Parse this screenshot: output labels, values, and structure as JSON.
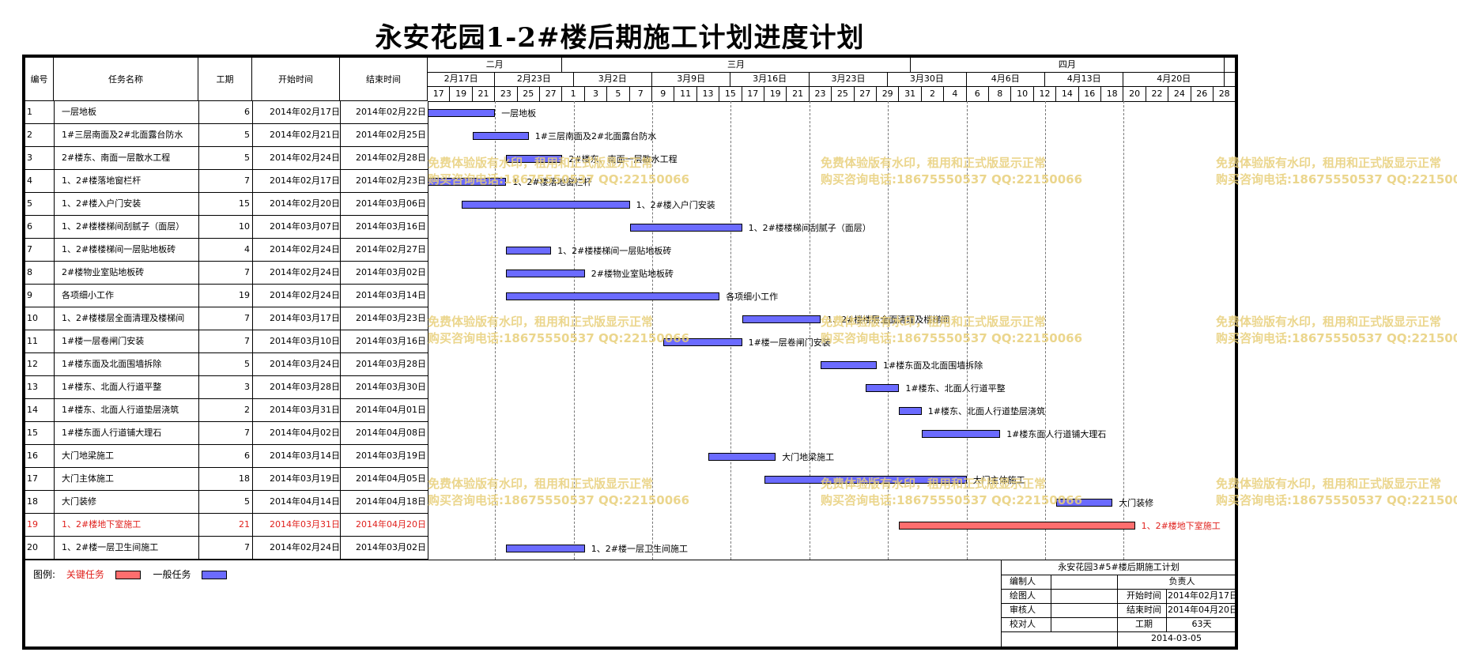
{
  "title": "永安花园1-2#楼后期施工计划进度计划",
  "colors": {
    "normal": "#6b6bff",
    "critical": "#ff6e6e",
    "critical_text": "#e0201c",
    "watermark": "#e8cf7a"
  },
  "headers": {
    "id": "编号",
    "name": "任务名称",
    "duration": "工期",
    "start": "开始时间",
    "end": "结束时间"
  },
  "months": [
    "二月",
    "三月",
    "四月"
  ],
  "weeks": [
    "2月17日",
    "2月23日",
    "3月2日",
    "3月9日",
    "3月16日",
    "3月23日",
    "3月30日",
    "4月6日",
    "4月13日",
    "4月20日"
  ],
  "day_ticks": [
    "17",
    "19",
    "21",
    "23",
    "25",
    "27",
    "1",
    "3",
    "5",
    "7",
    "9",
    "11",
    "13",
    "15",
    "17",
    "19",
    "21",
    "23",
    "25",
    "27",
    "29",
    "31",
    "2",
    "4",
    "6",
    "8",
    "10",
    "12",
    "14",
    "16",
    "18",
    "20",
    "22",
    "24",
    "26",
    "28"
  ],
  "legend": {
    "label": "图例:",
    "critical": "关键任务",
    "normal": "一般任务"
  },
  "watermark": {
    "line1": "免费体验版有水印，租用和正式版显示正常",
    "line2": "购买咨询电话:18675550537 QQ:22150066"
  },
  "title_block": {
    "heading": "永安花园3#5#楼后期施工计划",
    "editor": "编制人",
    "owner": "负责人",
    "drawer": "绘图人",
    "start_label": "开始时间",
    "start": "2014年02月17日",
    "reviewer": "审核人",
    "end_label": "结束时间",
    "end": "2014年04月20日",
    "checker": "校对人",
    "duration_label": "工期",
    "duration": "63天",
    "date": "2014-03-05"
  },
  "chart_data": {
    "type": "gantt",
    "title": "永安花园1-2#楼后期施工计划进度计划",
    "x_range": [
      "2014-02-17",
      "2014-04-28"
    ],
    "tasks": [
      {
        "id": "1",
        "name": "一层地板",
        "duration": "6",
        "start": "2014年02月17日",
        "end": "2014年02月22日",
        "s": "2014-02-17",
        "e": "2014-02-22",
        "critical": false
      },
      {
        "id": "2",
        "name": "1#三层南面及2#北面露台防水",
        "duration": "5",
        "start": "2014年02月21日",
        "end": "2014年02月25日",
        "s": "2014-02-21",
        "e": "2014-02-25",
        "critical": false
      },
      {
        "id": "3",
        "name": "2#楼东、南面一层散水工程",
        "duration": "5",
        "start": "2014年02月24日",
        "end": "2014年02月28日",
        "s": "2014-02-24",
        "e": "2014-02-28",
        "critical": false
      },
      {
        "id": "4",
        "name": "1、2#楼落地窗栏杆",
        "duration": "7",
        "start": "2014年02月17日",
        "end": "2014年02月23日",
        "s": "2014-02-17",
        "e": "2014-02-23",
        "critical": false
      },
      {
        "id": "5",
        "name": "1、2#楼入户门安装",
        "duration": "15",
        "start": "2014年02月20日",
        "end": "2014年03月06日",
        "s": "2014-02-20",
        "e": "2014-03-06",
        "critical": false
      },
      {
        "id": "6",
        "name": "1、2#楼楼梯间刮腻子（面层）",
        "duration": "10",
        "start": "2014年03月07日",
        "end": "2014年03月16日",
        "s": "2014-03-07",
        "e": "2014-03-16",
        "critical": false
      },
      {
        "id": "7",
        "name": "1、2#楼楼梯间一层贴地板砖",
        "duration": "4",
        "start": "2014年02月24日",
        "end": "2014年02月27日",
        "s": "2014-02-24",
        "e": "2014-02-27",
        "critical": false
      },
      {
        "id": "8",
        "name": "2#楼物业室贴地板砖",
        "duration": "7",
        "start": "2014年02月24日",
        "end": "2014年03月02日",
        "s": "2014-02-24",
        "e": "2014-03-02",
        "critical": false
      },
      {
        "id": "9",
        "name": "各项细小工作",
        "duration": "19",
        "start": "2014年02月24日",
        "end": "2014年03月14日",
        "s": "2014-02-24",
        "e": "2014-03-14",
        "critical": false
      },
      {
        "id": "10",
        "name": "1、2#楼楼层全面清理及楼梯间",
        "duration": "7",
        "start": "2014年03月17日",
        "end": "2014年03月23日",
        "s": "2014-03-17",
        "e": "2014-03-23",
        "critical": false
      },
      {
        "id": "11",
        "name": "1#楼一层卷闸门安装",
        "duration": "7",
        "start": "2014年03月10日",
        "end": "2014年03月16日",
        "s": "2014-03-10",
        "e": "2014-03-16",
        "critical": false
      },
      {
        "id": "12",
        "name": "1#楼东面及北面围墙拆除",
        "duration": "5",
        "start": "2014年03月24日",
        "end": "2014年03月28日",
        "s": "2014-03-24",
        "e": "2014-03-28",
        "critical": false
      },
      {
        "id": "13",
        "name": "1#楼东、北面人行道平整",
        "duration": "3",
        "start": "2014年03月28日",
        "end": "2014年03月30日",
        "s": "2014-03-28",
        "e": "2014-03-30",
        "critical": false
      },
      {
        "id": "14",
        "name": "1#楼东、北面人行道垫层浇筑",
        "duration": "2",
        "start": "2014年03月31日",
        "end": "2014年04月01日",
        "s": "2014-03-31",
        "e": "2014-04-01",
        "critical": false
      },
      {
        "id": "15",
        "name": "1#楼东面人行道铺大理石",
        "duration": "7",
        "start": "2014年04月02日",
        "end": "2014年04月08日",
        "s": "2014-04-02",
        "e": "2014-04-08",
        "critical": false
      },
      {
        "id": "16",
        "name": "大门地梁施工",
        "duration": "6",
        "start": "2014年03月14日",
        "end": "2014年03月19日",
        "s": "2014-03-14",
        "e": "2014-03-19",
        "critical": false
      },
      {
        "id": "17",
        "name": "大门主体施工",
        "duration": "18",
        "start": "2014年03月19日",
        "end": "2014年04月05日",
        "s": "2014-03-19",
        "e": "2014-04-05",
        "critical": false
      },
      {
        "id": "18",
        "name": "大门装修",
        "duration": "5",
        "start": "2014年04月14日",
        "end": "2014年04月18日",
        "s": "2014-04-14",
        "e": "2014-04-18",
        "critical": false
      },
      {
        "id": "19",
        "name": "1、2#楼地下室施工",
        "duration": "21",
        "start": "2014年03月31日",
        "end": "2014年04月20日",
        "s": "2014-03-31",
        "e": "2014-04-20",
        "critical": true
      },
      {
        "id": "20",
        "name": "1、2#楼一层卫生间施工",
        "duration": "7",
        "start": "2014年02月24日",
        "end": "2014年03月02日",
        "s": "2014-02-24",
        "e": "2014-03-02",
        "critical": false
      }
    ]
  }
}
